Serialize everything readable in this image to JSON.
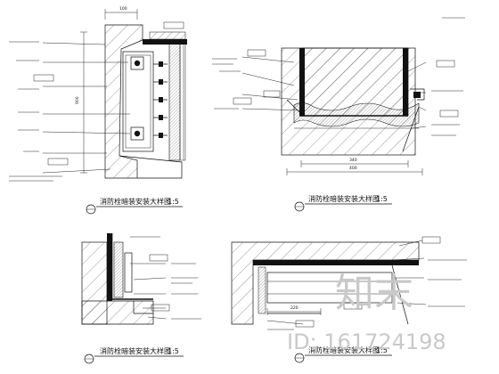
{
  "dimensions": {
    "top_left_width": "100",
    "top_left_height": "900",
    "top_right_inner": "340",
    "top_right_total": "400",
    "bottom_right_width": "220"
  },
  "details": [
    {
      "title": "消防栓暗装安装大样图",
      "scale": "1:5"
    },
    {
      "title": "消防栓暗装安装大样图",
      "scale": "1:5"
    },
    {
      "title": "消防栓暗装安装大样图",
      "scale": "1:5"
    },
    {
      "title": "消防栓暗装安装大样图",
      "scale": "1:5"
    }
  ],
  "watermark": {
    "brand": "知末",
    "id_label": "ID: 161724198"
  }
}
